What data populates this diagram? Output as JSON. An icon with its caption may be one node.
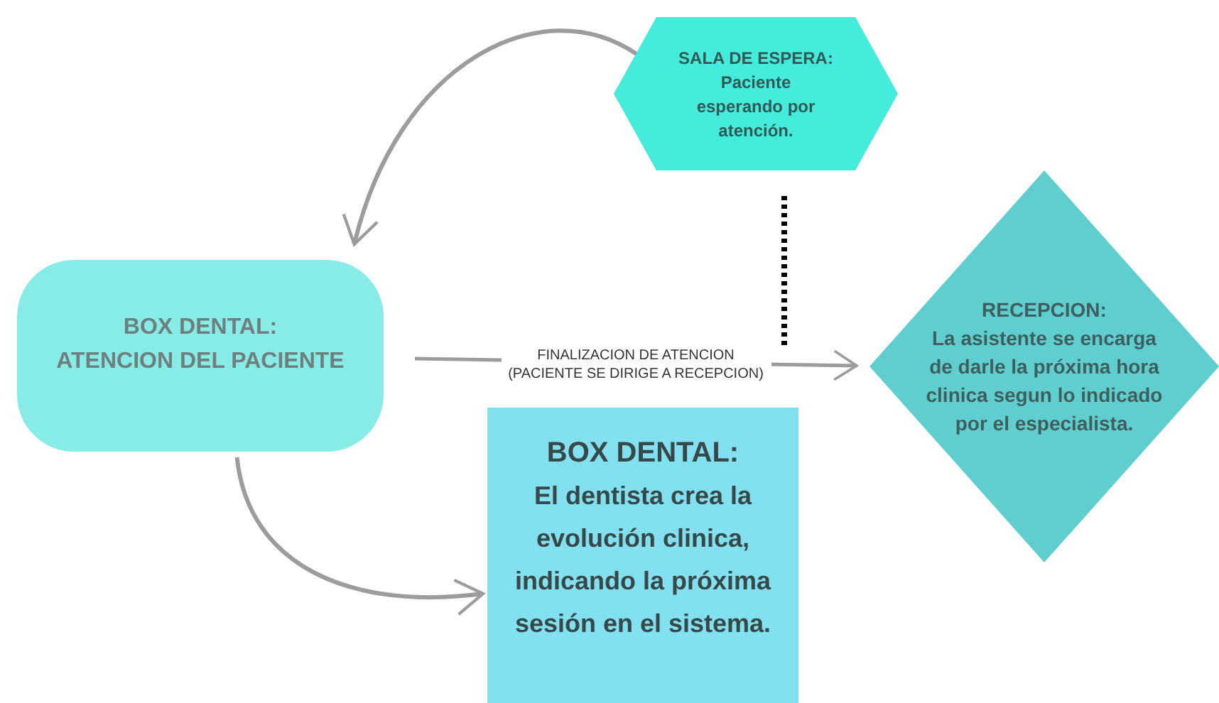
{
  "diagram": {
    "nodes": [
      {
        "text": [
          "SALA DE ESPERA:",
          "Paciente esperando por atención."
        ]
      },
      {
        "text": [
          "BOX DENTAL:",
          "ATENCION DEL PACIENTE"
        ]
      },
      {
        "text": [
          "RECEPCION:",
          "La asistente se encarga de darle la próxima hora clinica segun lo indicado por el especialista."
        ]
      },
      {
        "text": [
          "BOX DENTAL:",
          "El dentista crea la evolución clinica, indicando la próxima sesión en el sistema."
        ]
      }
    ],
    "edges": [
      {
        "from": 0,
        "to": 1,
        "arrow": "to"
      },
      {
        "from": 1,
        "to": 2,
        "arrow": "to",
        "label": "FINALIZACION DE ATENCION (PACIENTE SE DIRIGE A RECEPCION)"
      },
      {
        "from": 1,
        "to": 3,
        "arrow": "to"
      },
      {
        "from": 0,
        "to": null,
        "arrow": "none",
        "style": "dashed",
        "color": "#000000"
      }
    ]
  }
}
